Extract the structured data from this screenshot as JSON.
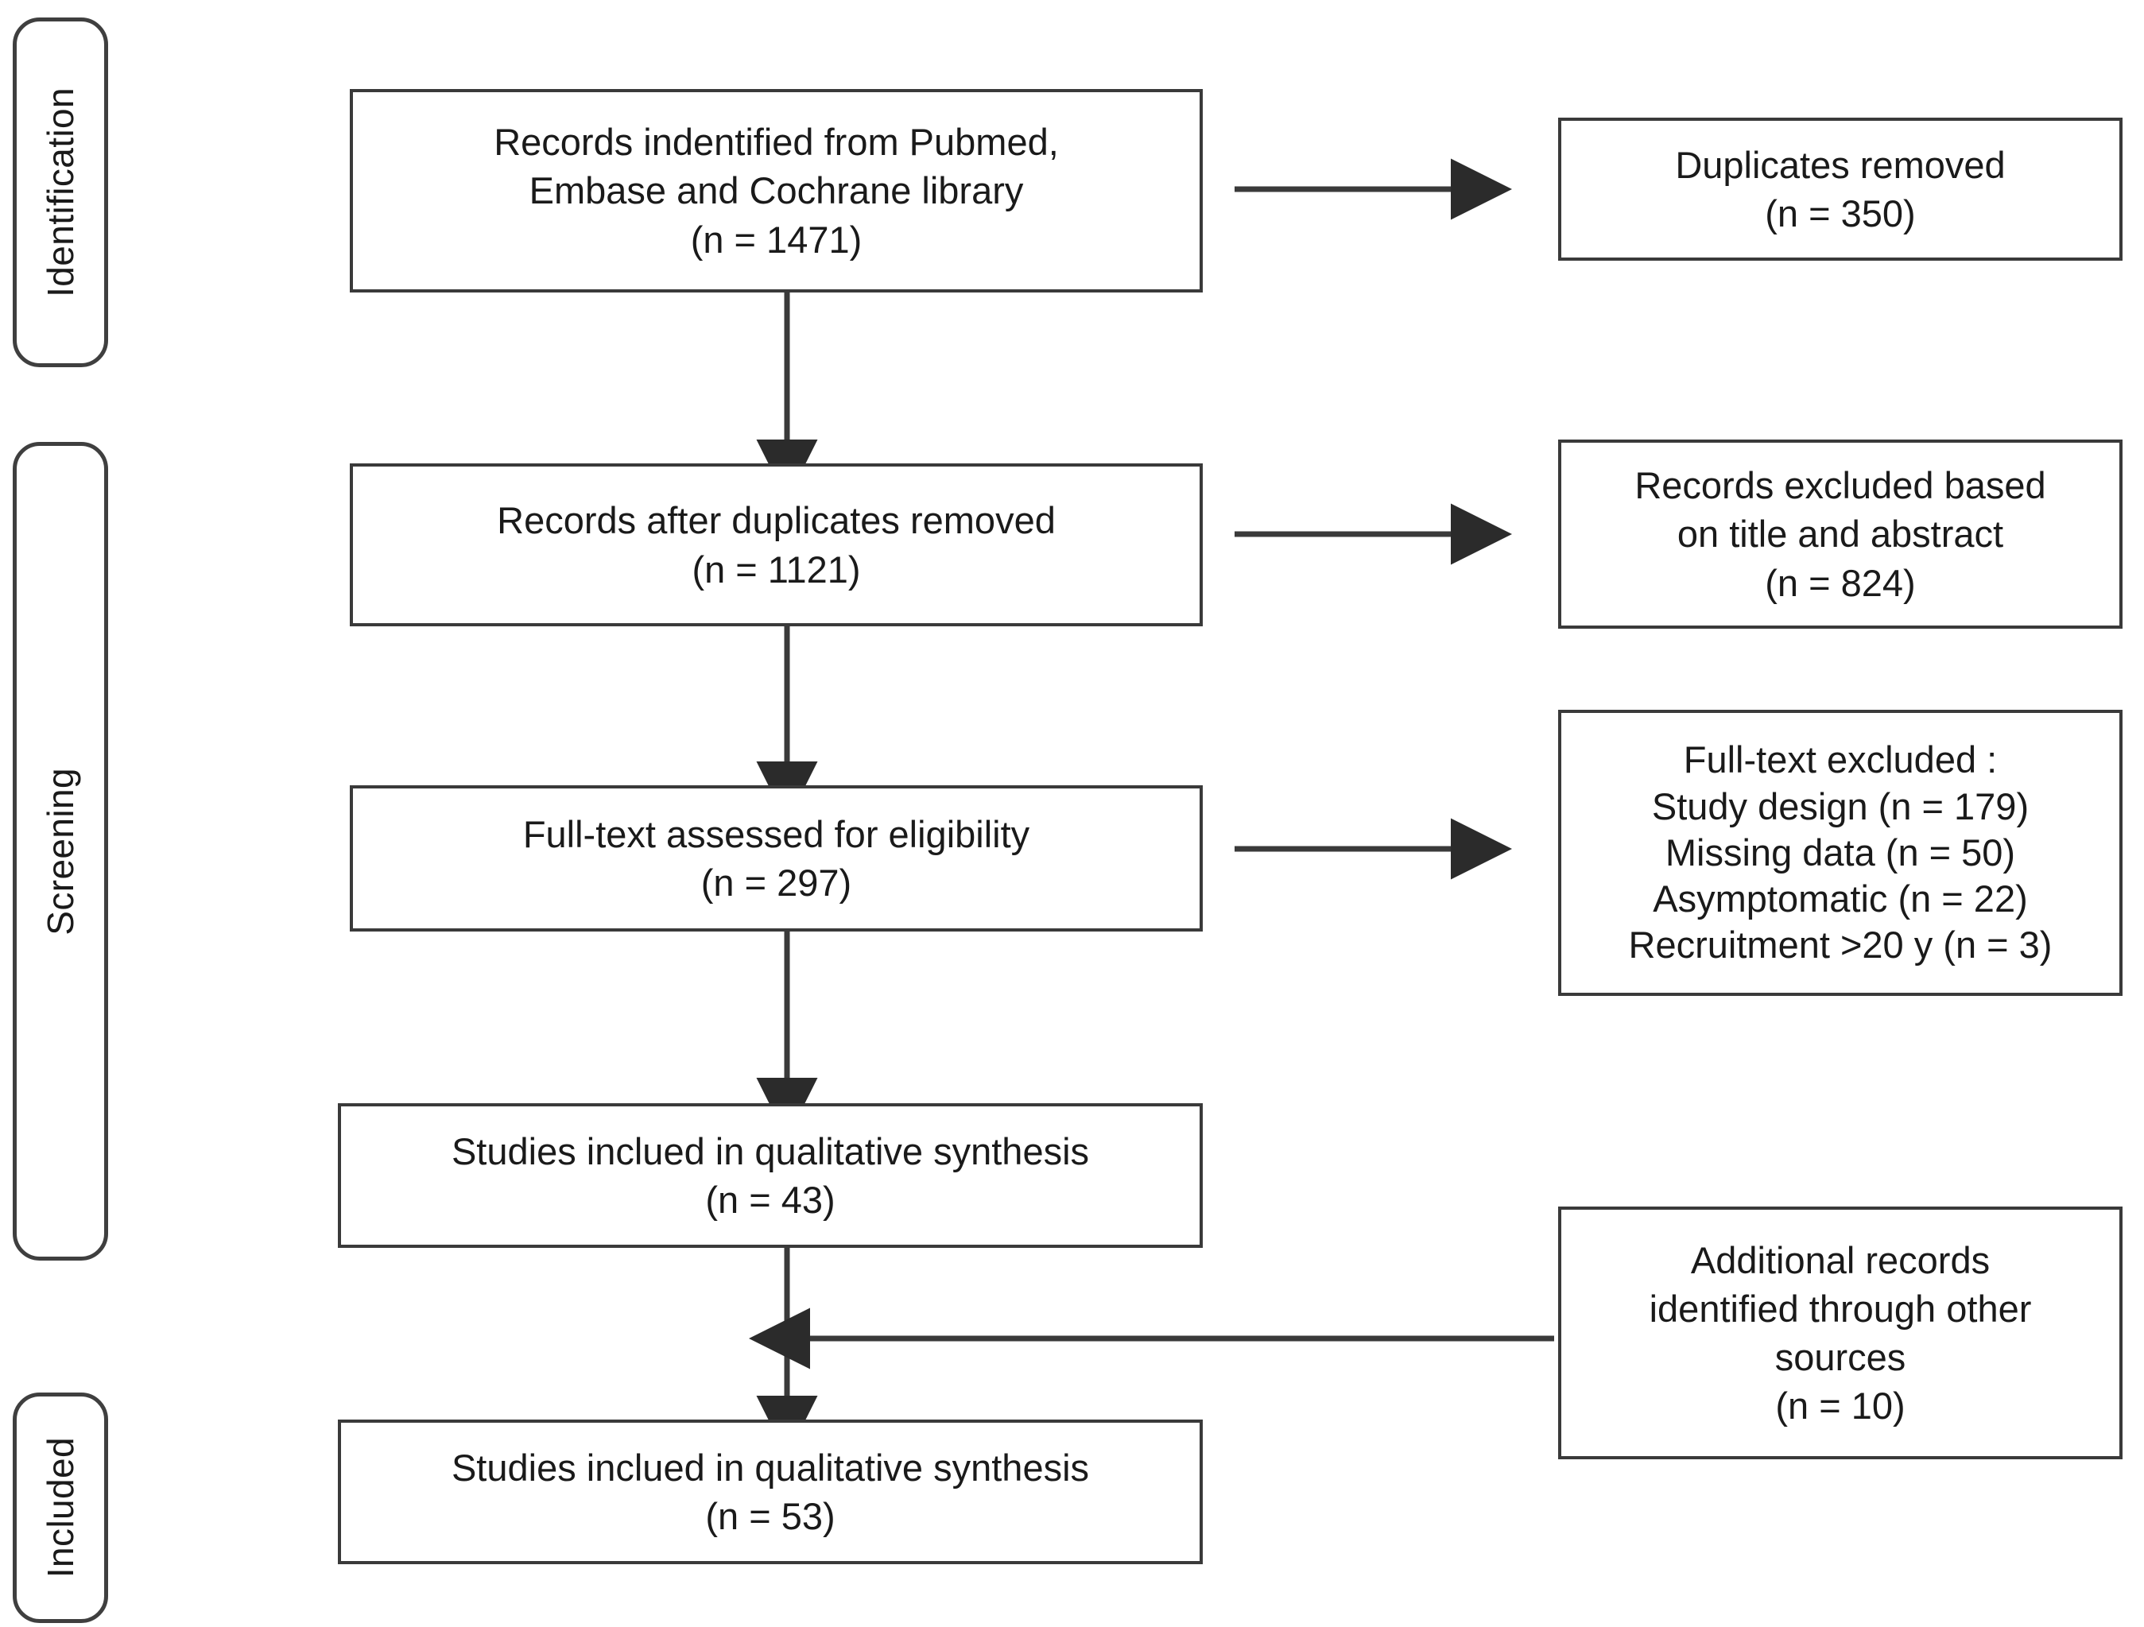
{
  "diagram": {
    "type": "prisma-flow-diagram",
    "title": "",
    "colors": {
      "box_border": "#3a3a3a",
      "rail_border": "#3f3f3f",
      "text": "#1a1a1a",
      "connector": "#3a3a3a",
      "background": "#ffffff"
    },
    "phases": [
      {
        "id": "identification",
        "label": "Identification"
      },
      {
        "id": "screening",
        "label": "Screening"
      },
      {
        "id": "included",
        "label": "Included"
      }
    ],
    "boxes": [
      {
        "id": "records-identified",
        "phase": "identification",
        "column": "main",
        "text": "Records indentified from Pubmed,\nEmbase and Cochrane library\n(n = 1471)",
        "count_label": "(n = 1471)",
        "count": 1471
      },
      {
        "id": "duplicates-removed",
        "phase": "identification",
        "column": "side",
        "text": "Duplicates removed\n(n = 350)",
        "count_label": "(n = 350)",
        "count": 350
      },
      {
        "id": "records-after-duplicates",
        "phase": "screening",
        "column": "main",
        "text": "Records after duplicates removed\n(n = 1121)",
        "count_label": "(n = 1121)",
        "count": 1121
      },
      {
        "id": "records-excluded-title-abstract",
        "phase": "screening",
        "column": "side",
        "text": "Records excluded based\non title and abstract\n(n = 824)",
        "count_label": "(n = 824)",
        "count": 824
      },
      {
        "id": "full-text-assessed",
        "phase": "screening",
        "column": "main",
        "text": "Full-text assessed for eligibility\n(n = 297)",
        "count_label": "(n = 297)",
        "count": 297
      },
      {
        "id": "full-text-excluded",
        "phase": "screening",
        "column": "side",
        "text": "Full-text excluded :\nStudy design (n = 179)\nMissing data (n = 50)\nAsymptomatic (n = 22)\nRecruitment >20 y (n = 3)",
        "reasons": [
          {
            "label": "Study design",
            "count_label": "(n = 179)",
            "count": 179
          },
          {
            "label": "Missing data",
            "count_label": "(n = 50)",
            "count": 50
          },
          {
            "label": "Asymptomatic",
            "count_label": "(n = 22)",
            "count": 22
          },
          {
            "label": "Recruitment >20 y",
            "count_label": "(n = 3)",
            "count": 3
          }
        ]
      },
      {
        "id": "qualitative-synthesis-43",
        "phase": "screening",
        "column": "main",
        "text": "Studies inclued in qualitative synthesis\n(n = 43)",
        "count_label": "(n = 43)",
        "count": 43
      },
      {
        "id": "additional-records",
        "phase": "included",
        "column": "side",
        "text": "Additional records\nidentified through other\nsources\n(n = 10)",
        "count_label": "(n = 10)",
        "count": 10
      },
      {
        "id": "qualitative-synthesis-53",
        "phase": "included",
        "column": "main",
        "text": "Studies inclued in qualitative synthesis\n(n = 53)",
        "count_label": "(n = 53)",
        "count": 53
      }
    ],
    "connectors": [
      {
        "id": "arrow-identified-to-duplicates",
        "from": "records-identified",
        "to": "duplicates-removed",
        "direction": "right"
      },
      {
        "id": "arrow-identified-to-after-duplicates",
        "from": "records-identified",
        "to": "records-after-duplicates",
        "direction": "down"
      },
      {
        "id": "arrow-after-duplicates-to-excluded",
        "from": "records-after-duplicates",
        "to": "records-excluded-title-abstract",
        "direction": "right"
      },
      {
        "id": "arrow-after-duplicates-to-full-text",
        "from": "records-after-duplicates",
        "to": "full-text-assessed",
        "direction": "down"
      },
      {
        "id": "arrow-full-text-to-excluded",
        "from": "full-text-assessed",
        "to": "full-text-excluded",
        "direction": "right"
      },
      {
        "id": "arrow-full-text-to-synthesis-43",
        "from": "full-text-assessed",
        "to": "qualitative-synthesis-43",
        "direction": "down"
      },
      {
        "id": "arrow-synthesis-43-to-synthesis-53",
        "from": "qualitative-synthesis-43",
        "to": "qualitative-synthesis-53",
        "direction": "down"
      },
      {
        "id": "arrow-additional-to-main-flow",
        "from": "additional-records",
        "to": "qualitative-synthesis-53",
        "direction": "left"
      }
    ]
  }
}
